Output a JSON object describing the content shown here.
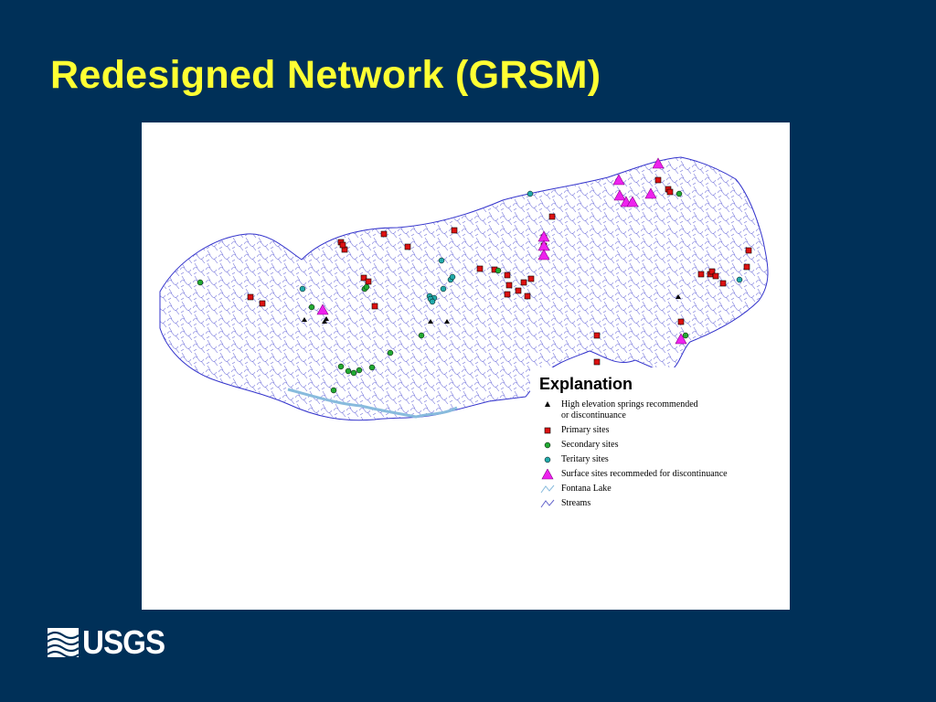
{
  "slide": {
    "title": "Redesigned Network (GRSM)",
    "background_color": "#003058",
    "title_color": "#ffff33"
  },
  "legend": {
    "title": "Explanation",
    "items": [
      {
        "symbol": "black-triangle-icon",
        "label_line1": "High elevation springs recommended",
        "label_line2": "or discontinuance"
      },
      {
        "symbol": "red-square-icon",
        "label_line1": "Primary sites"
      },
      {
        "symbol": "green-circle-icon",
        "label_line1": "Secondary sites"
      },
      {
        "symbol": "teal-circle-icon",
        "label_line1": "Teritary sites"
      },
      {
        "symbol": "magenta-triangle-icon",
        "label_line1": "Surface sites recommeded for discontinuance"
      },
      {
        "symbol": "lake-line-icon",
        "label_line1": "Fontana Lake"
      },
      {
        "symbol": "stream-line-icon",
        "label_line1": "Streams"
      }
    ]
  },
  "colors": {
    "primary": "#dd1111",
    "secondary": "#22aa33",
    "tertiary": "#22aaaa",
    "surface": "#ee22ee",
    "springs": "#000000",
    "streams": "#3333cc",
    "lake": "#88bbdd"
  },
  "logo": {
    "text": "USGS"
  }
}
